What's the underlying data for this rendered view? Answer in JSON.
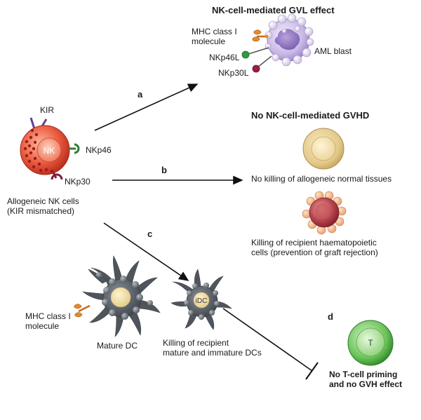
{
  "titles": {
    "gvl": "NK-cell-mediated GVL effect",
    "gvhd": "No NK-cell-mediated GVHD"
  },
  "labels": {
    "mhc_top_line1": "MHC class I",
    "mhc_top_line2": "molecule",
    "aml_blast": "AML blast",
    "nkp46l": "NKp46L",
    "nkp30l": "NKp30L",
    "kir": "KIR",
    "nk": "NK",
    "nkp46": "NKp46",
    "nkp30": "NKp30",
    "allo_line1": "Allogeneic NK cells",
    "allo_line2": "(KIR mismatched)",
    "no_killing": "No killing of allogeneic normal tissues",
    "killing_haem_line1": "Killing of recipient haematopoietic",
    "killing_haem_line2": "cells (prevention of graft rejection)",
    "mhc_bottom_line1": "MHC class I",
    "mhc_bottom_line2": "molecule",
    "mature_dc": "Mature DC",
    "idc": "iDC",
    "killing_dc_line1": "Killing of recipient",
    "killing_dc_line2": "mature and immature DCs",
    "t": "T",
    "no_tcell_line1": "No T-cell priming",
    "no_tcell_line2": "and no GVH effect"
  },
  "arrow_letters": {
    "a": "a",
    "b": "b",
    "c": "c",
    "d": "d"
  },
  "colors": {
    "nk_cell": "#e8503a",
    "nk_dots": "#9a1e14",
    "aml_blast": "#cbbde6",
    "normal_tissue": "#e6cf8e",
    "haem_cell": "#b03a44",
    "haem_bleb": "#f0b98f",
    "dc_body": "#4f555c",
    "dc_nucleus": "#f1e2b0",
    "t_cell": "#4fb44f",
    "kir_receptor": "#6b3d8c",
    "nkp46_receptor": "#2f7d3a",
    "nkp30_receptor": "#7a1f3a",
    "mhc_molecule": "#e88a2c"
  }
}
